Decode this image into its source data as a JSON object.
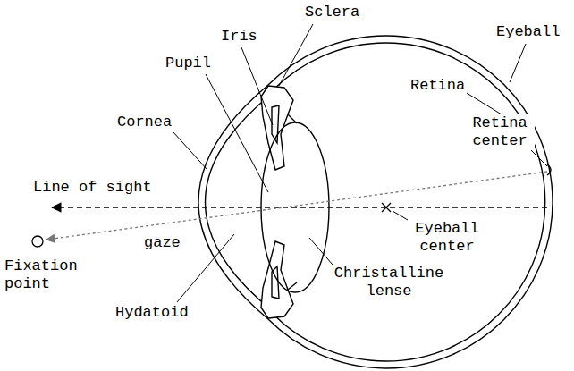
{
  "diagram": {
    "labels": [
      "Sclera",
      "Iris",
      "Eyeball",
      "Pupil",
      "Retina",
      "Cornea",
      "Retina center",
      "Line of sight",
      "gaze",
      "Eyeball center",
      "Fixation point",
      "Christalline lense",
      "Hydatoid"
    ]
  }
}
